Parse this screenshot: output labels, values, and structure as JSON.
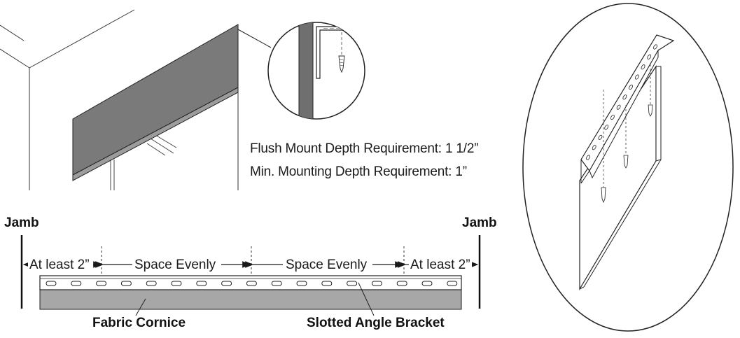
{
  "requirements": {
    "flush_mount": "Flush Mount Depth Requirement: 1 1/2”",
    "min_mounting": "Min. Mounting Depth Requirement: 1”"
  },
  "plan": {
    "jamb_left": "Jamb",
    "jamb_right": "Jamb",
    "dimensions": [
      "At least 2”",
      "Space Evenly",
      "Space Evenly",
      "At least 2”"
    ],
    "fabric_cornice": "Fabric Cornice",
    "slotted_angle_bracket": "Slotted Angle Bracket"
  },
  "colors": {
    "line": "#1a1a1a",
    "cornice_face": "#7a7a7a",
    "cornice_plan": "#a7a7a7",
    "wall_edge": "#555555"
  }
}
